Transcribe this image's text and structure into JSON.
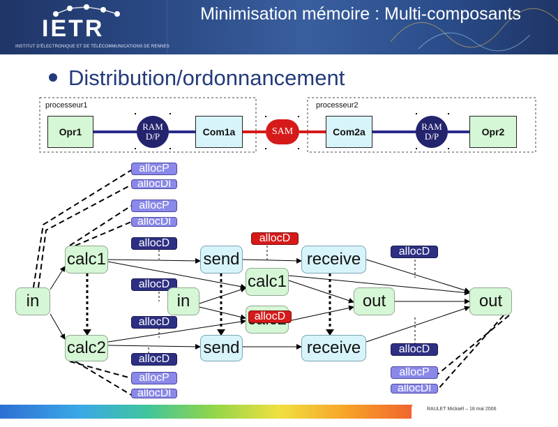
{
  "header": {
    "logo": "IETR",
    "logo_subtitle": "INSTITUT D'ÉLECTRONIQUE ET DE TÉLÉCOMMUNICATIONS DE RENNES",
    "title": "Minimisation mémoire : Multi-composants"
  },
  "bullet": "Distribution/ordonnancement",
  "architecture": {
    "processor1_label": "processeur1",
    "processor2_label": "processeur2",
    "opr1": "Opr1",
    "ram1_line1": "RAM",
    "ram1_line2": "D/P",
    "com1a": "Com1a",
    "sam": "SAM",
    "com2a": "Com2a",
    "ram2_line1": "RAM",
    "ram2_line2": "D/P",
    "opr2": "Opr2"
  },
  "nodes": {
    "in1": "in",
    "calc1_a": "calc1",
    "calc2_a": "calc2",
    "send1": "send",
    "in2": "in",
    "send2": "send",
    "calc1_b": "calc1",
    "calc2_b": "calc2",
    "receive1": "receive",
    "receive2": "receive",
    "out1": "out",
    "out2": "out"
  },
  "annotations": {
    "allocP_1": "allocP",
    "allocDl_1": "allocDl",
    "allocP_2": "allocP",
    "allocDl_2": "allocDl",
    "allocD_1": "allocD",
    "allocD_2": "allocD",
    "allocD_3": "allocD",
    "allocD_4": "allocD",
    "allocP_3": "allocP",
    "allocDl_3": "allocDl",
    "allocD_red1": "allocD",
    "allocD_red2": "allocD",
    "allocD_5": "allocD",
    "allocD_6": "allocD",
    "allocP_4": "allocP",
    "allocDl_4": "allocDl"
  },
  "footer": "RAULET Mickaël – 18 mai 2006",
  "colors": {
    "navy": "#2d2f82",
    "lavender": "#8a88e8",
    "red": "#d61a1a",
    "bullet": "#233a7a"
  }
}
